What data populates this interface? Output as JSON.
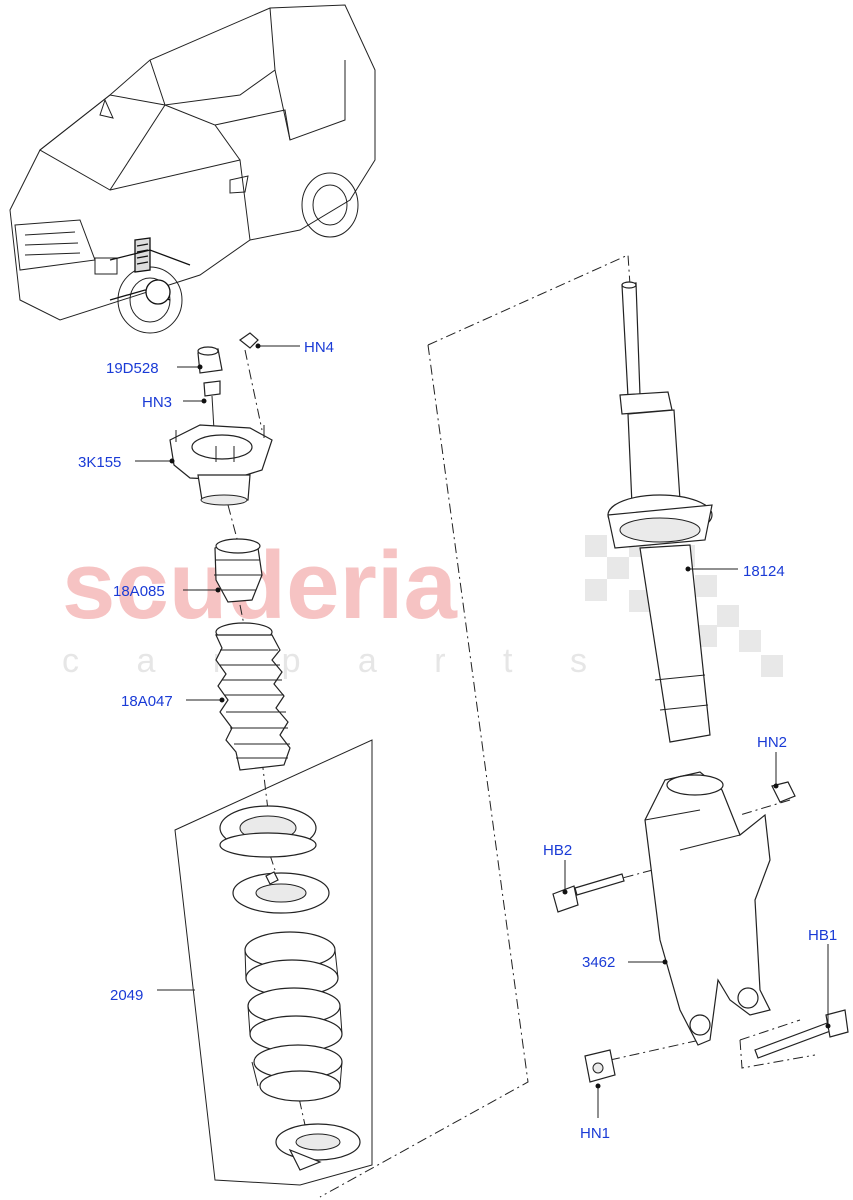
{
  "watermark": {
    "brand": "scuderia",
    "tagline": "c a r p a r t s"
  },
  "labels": {
    "19D528": "19D528",
    "HN4": "HN4",
    "HN3": "HN3",
    "3K155": "3K155",
    "18A085": "18A085",
    "18A047": "18A047",
    "2049": "2049",
    "18124": "18124",
    "HN2": "HN2",
    "HB2": "HB2",
    "3462": "3462",
    "HB1": "HB1",
    "HN1": "HN1"
  },
  "colors": {
    "label": "#1a3bd6",
    "line": "#222222",
    "watermark": "#f6c3c3"
  }
}
